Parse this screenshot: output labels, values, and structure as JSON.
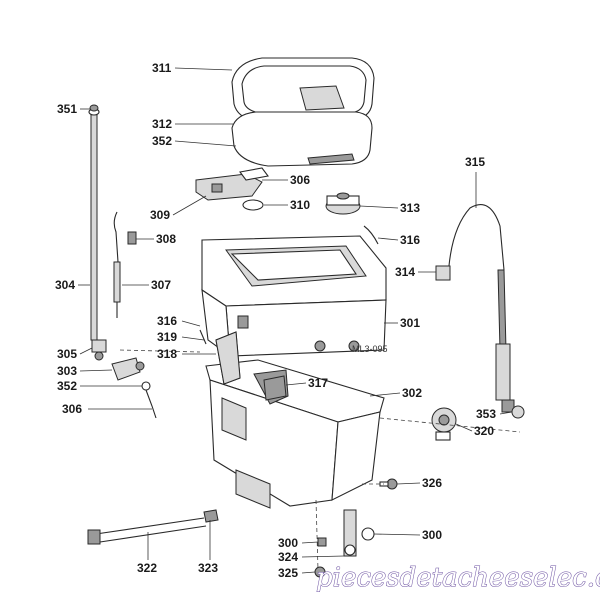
{
  "labels": {
    "p311": "311",
    "p312": "312",
    "p352a": "352",
    "p306a": "306",
    "p309": "309",
    "p310": "310",
    "p313": "313",
    "p316a": "316",
    "p315": "315",
    "p314": "314",
    "p351": "351",
    "p308": "308",
    "p304": "304",
    "p307": "307",
    "p301": "301",
    "p316b": "316",
    "p319": "319",
    "p318": "318",
    "p305": "305",
    "p303": "303",
    "p352b": "352",
    "p317": "317",
    "p302": "302",
    "p306b": "306",
    "p353": "353",
    "p320": "320",
    "p326": "326",
    "p300a": "300",
    "p300b": "300",
    "p324": "324",
    "p325": "325",
    "p322": "322",
    "p323": "323"
  },
  "tub_marking": "ML3-095",
  "watermark": "piecesdetacheeselec.com"
}
